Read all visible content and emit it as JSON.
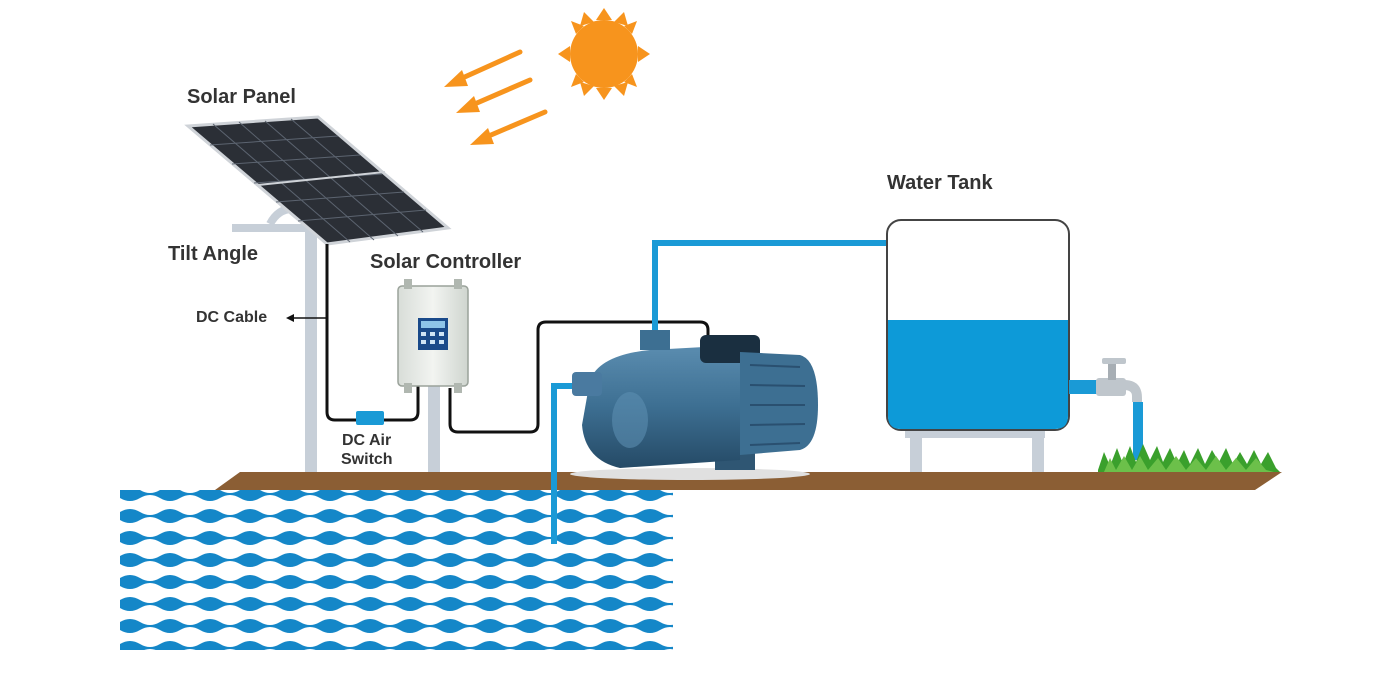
{
  "labels": {
    "solar_panel": "Solar Panel",
    "tilt_angle": "Tilt Angle",
    "dc_cable": "DC Cable",
    "solar_controller": "Solar Controller",
    "dc_air_switch_line1": "DC Air",
    "dc_air_switch_line2": "Switch",
    "water_tank": "Water Tank"
  },
  "colors": {
    "sun": "#f7941d",
    "sun_rays": "#f7941d",
    "pipe": "#1a9ad6",
    "tank_water": "#0d9ad8",
    "water_waves": "#1587c8",
    "ground": "#8b5e34",
    "cable": "#111111",
    "pole": "#c7cfd8",
    "pump_body": "#3d6f92",
    "controller": "#e8ece8",
    "grass": "#3aa02c"
  },
  "icons": [
    "sun-icon",
    "solar-panel-icon",
    "solar-controller-icon",
    "water-pump-icon",
    "water-tank-icon",
    "faucet-icon",
    "grass-icon",
    "dc-air-switch-icon"
  ]
}
